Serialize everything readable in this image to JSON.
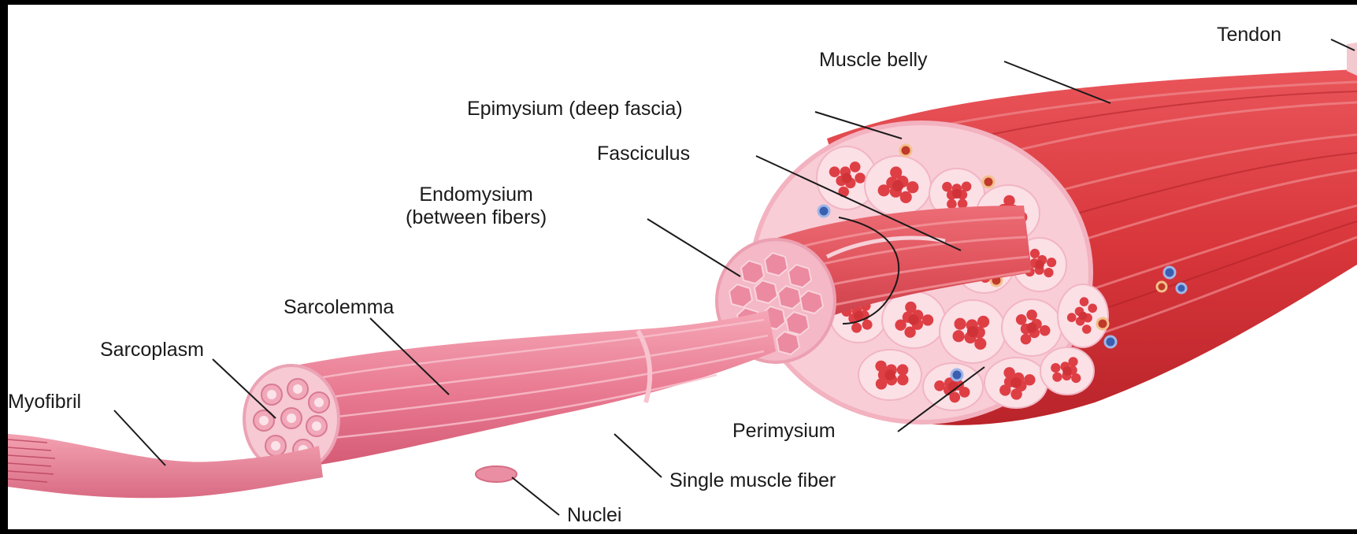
{
  "labels": {
    "tendon": "Tendon",
    "muscle_belly": "Muscle belly",
    "epimysium": "Epimysium (deep fascia)",
    "fasciculus": "Fasciculus",
    "endomysium_line1": "Endomysium",
    "endomysium_line2": "(between fibers)",
    "sarcolemma": "Sarcolemma",
    "sarcoplasm": "Sarcoplasm",
    "myofibril": "Myofibril",
    "perimysium": "Perimysium",
    "single_muscle_fiber": "Single muscle fiber",
    "nuclei": "Nuclei"
  },
  "colors": {
    "background_frame": "#000000",
    "canvas": "#ffffff",
    "muscle_red": "#d9363a",
    "muscle_light": "#ec6a6e",
    "fascia_pink": "#f7c3cf",
    "fiber_pink": "#e8788f",
    "fiber_light": "#f4a9b8",
    "leader_line": "#1a1a1a",
    "vessel_blue": "#3a5fb0"
  }
}
